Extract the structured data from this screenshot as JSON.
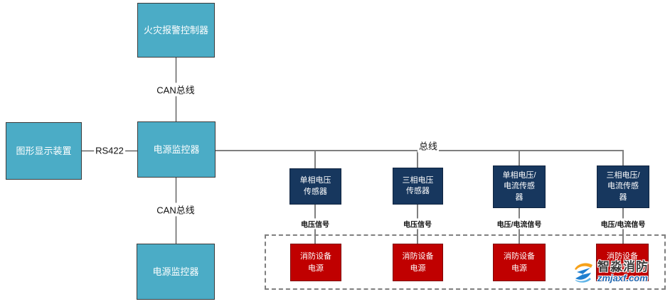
{
  "colors": {
    "teal_box": "#4BACC6",
    "navy_box": "#17375E",
    "red_box": "#C00000",
    "line_gray": "#7F7F7F",
    "line_dark": "#2B2B2B",
    "dashed_border": "#7F7F7F",
    "watermark_orange": "#F6A11A",
    "watermark_blue": "#1F7FD0"
  },
  "nodes": {
    "fire_alarm_controller": "火灾报警控制器",
    "graphic_display": "图形显示装置",
    "power_monitor_mid": "电源监控器",
    "power_monitor_bottom": "电源监控器",
    "sensor_single_phase_voltage": "单相电压\n传感器",
    "sensor_three_phase_voltage": "三相电压\n传感器",
    "sensor_single_phase_vi": "单相电压/\n电流传感\n器",
    "sensor_three_phase_vi": "三相电压/\n电流传感\n器",
    "fire_power_1": "消防设备\n电源",
    "fire_power_2": "消防设备\n电源",
    "fire_power_3": "消防设备\n电源",
    "fire_power_4": "消防设备\n电源"
  },
  "edge_labels": {
    "can_bus_top": "CAN总线",
    "can_bus_bottom": "CAN总线",
    "rs422": "RS422",
    "bus": "总线",
    "voltage_signal_1": "电压信号",
    "voltage_signal_2": "电压信号",
    "voltage_current_signal_1": "电压/电流信号",
    "voltage_current_signal_2": "电压/电流信号"
  },
  "watermark": {
    "brand": "智淼消防",
    "domain": "zmjaxf.com"
  }
}
